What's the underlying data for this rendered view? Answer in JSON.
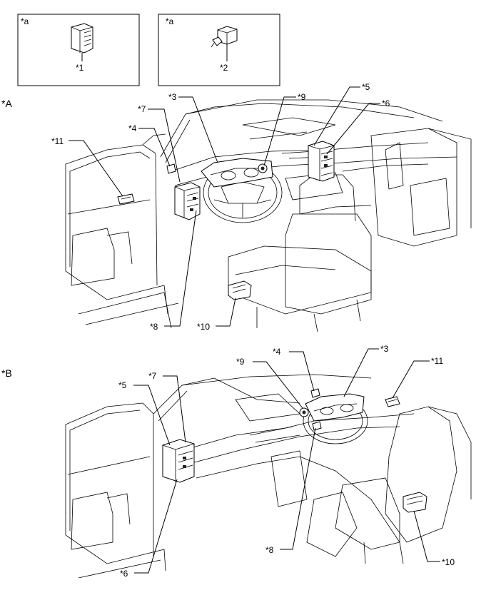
{
  "top_boxes": [
    {
      "tag": "*a",
      "label": "*1"
    },
    {
      "tag": "*a",
      "label": "*2"
    }
  ],
  "view_a": {
    "title": "*A",
    "callouts": {
      "c3": "*3",
      "c4": "*4",
      "c5": "*5",
      "c6": "*6",
      "c7": "*7",
      "c8": "*8",
      "c9": "*9",
      "c10": "*10",
      "c11": "*11"
    }
  },
  "view_b": {
    "title": "*B",
    "callouts": {
      "c3": "*3",
      "c4": "*4",
      "c5": "*5",
      "c6": "*6",
      "c7": "*7",
      "c8": "*8",
      "c9": "*9",
      "c10": "*10",
      "c11": "*11"
    }
  }
}
